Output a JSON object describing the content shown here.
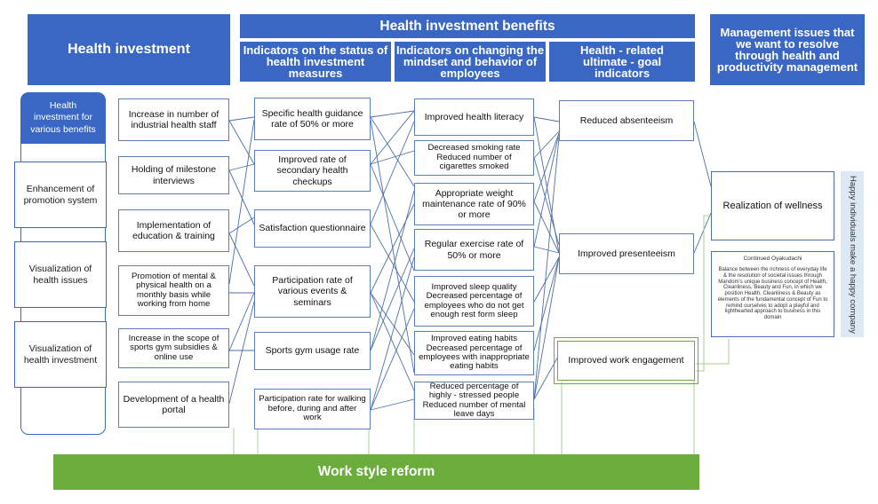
{
  "headers": {
    "health_investment": "Health investment",
    "benefits": "Health investment benefits",
    "col1": "Indicators on the status of health investment measures",
    "col2": "Indicators on changing the mindset and behavior of employees",
    "col3": "Health - related ultimate - goal indicators",
    "management": "Management issues that we want to resolve through health and productivity management"
  },
  "left_panel": {
    "title": "Health investment for various benefits",
    "items": [
      "Enhancement of promotion system",
      "Visualization of health issues",
      "Visualization of health investment"
    ]
  },
  "measures": [
    "Increase in number of industrial health staff",
    "Holding of milestone interviews",
    "Implementation of education & training",
    "Promotion of  mental & physical health on a monthly basis while working from home",
    "Increase in the scope of sports gym subsidies & online use",
    "Development of a health portal"
  ],
  "status_indicators": [
    "Specific health guidance rate of 50% or more",
    "Improved rate of secondary health checkups",
    "Satisfaction questionnaire",
    "Participation rate of various events & seminars",
    "Sports gym usage rate",
    "Participation rate for walking before, during and after work"
  ],
  "mindset_indicators": [
    "Improved health literacy",
    "Decreased smoking rate Reduced number of cigarettes smoked",
    "Appropriate weight maintenance rate of 90% or more",
    "Regular exercise rate of 50% or more",
    "Improved sleep quality Decreased percentage of employees who do not get enough rest form sleep",
    "Improved eating habits Decreased percentage of employees with inappropriate eating habits",
    "Reduced percentage of highly - stressed people Reduced number of mental leave days"
  ],
  "goal_indicators": [
    "Reduced absenteeism",
    "Improved presenteeism",
    "Improved work engagement"
  ],
  "management_issues": {
    "wellness": "Realization of wellness",
    "oyakudachi_title": "Continued Oyakudachi",
    "oyakudachi_text": "Balance between the richness of everyday life & the resolution of societal issues through    Mandom's unique business concept of Health, Cleanliness, Beauty and Fun, in which we position Health, Cleanliness & Beauty as elements of the fundamental concept of Fun to remind ourselves to adopt a playful and lighthearted approach to business in this domain"
  },
  "vertical_banner": "Happy individuals make a happy company",
  "bottom_banner": "Work style reform",
  "colors": {
    "header_blue": "#3a67c4",
    "line_blue": "#4d6fa8",
    "green": "#6aad3c",
    "light_green": "#a8d08d",
    "banner_bg": "#dde8f5"
  }
}
